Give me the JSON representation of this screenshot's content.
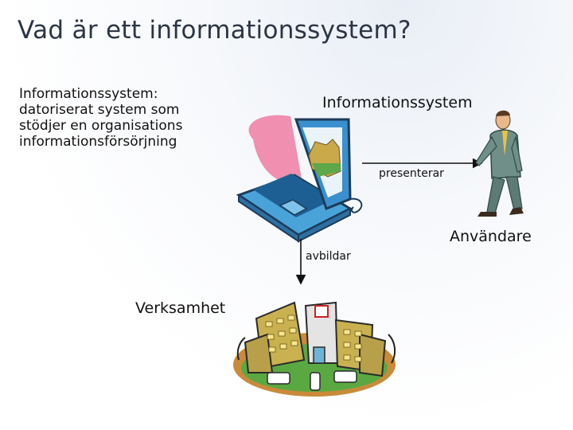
{
  "title": "Vad är ett informationssystem?",
  "definition": {
    "lines": [
      "Informationssystem:",
      "datoriserat system som",
      "stödjer en organisations",
      "informationsförsörjning"
    ]
  },
  "labels": {
    "information_system": "Informationssystem",
    "presents": "presenterar",
    "user": "Användare",
    "depicts": "avbildar",
    "business": "Verksamhet"
  }
}
